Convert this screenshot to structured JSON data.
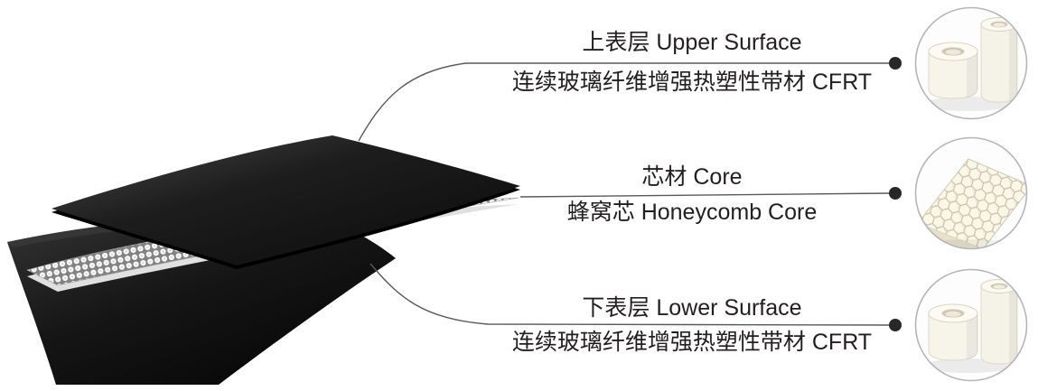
{
  "colors": {
    "text": "#231f20",
    "leader_line": "#58595b",
    "dot": "#29272a",
    "photo_ring": "#b3b5b8",
    "skin_sheet_black": "#161616",
    "honeycomb_cream": "#f7f3e6"
  },
  "callouts": [
    {
      "id": "upper-surface",
      "title": "上表层 Upper Surface",
      "subtitle": "连续玻璃纤维增强热塑性带材 CFRT",
      "photo": "cfrt-rolls-photo"
    },
    {
      "id": "core",
      "title": "芯材 Core",
      "subtitle": "蜂窝芯 Honeycomb Core",
      "photo": "honeycomb-core-photo"
    },
    {
      "id": "lower-surface",
      "title": "下表层 Lower Surface",
      "subtitle": "连续玻璃纤维增强热塑性带材 CFRT",
      "photo": "cfrt-rolls-photo"
    }
  ],
  "diagram": {
    "layers": [
      {
        "name": "upper-skin-sheet"
      },
      {
        "name": "honeycomb-core-layer"
      },
      {
        "name": "lower-skin-sheet"
      }
    ]
  }
}
